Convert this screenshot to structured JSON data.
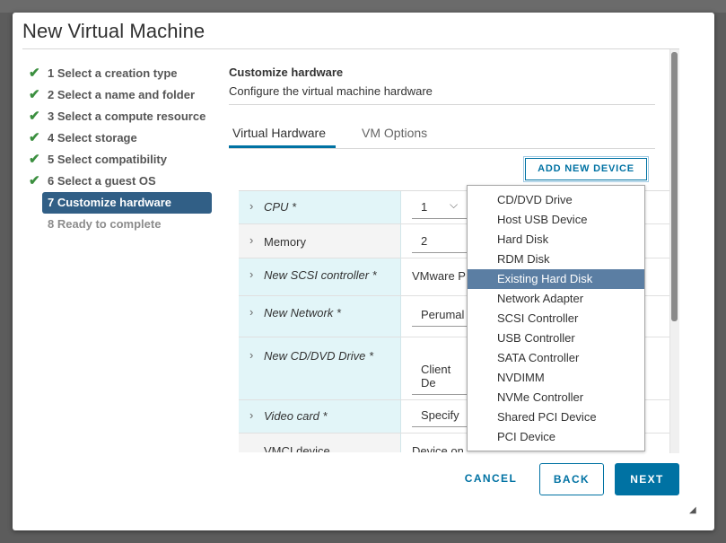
{
  "modal": {
    "title": "New Virtual Machine"
  },
  "steps": [
    {
      "label": "1 Select a creation type",
      "state": "done"
    },
    {
      "label": "2 Select a name and folder",
      "state": "done"
    },
    {
      "label": "3 Select a compute resource",
      "state": "done"
    },
    {
      "label": "4 Select storage",
      "state": "done"
    },
    {
      "label": "5 Select compatibility",
      "state": "done"
    },
    {
      "label": "6 Select a guest OS",
      "state": "done"
    },
    {
      "label": "7 Customize hardware",
      "state": "active"
    },
    {
      "label": "8 Ready to complete",
      "state": "disabled"
    }
  ],
  "content": {
    "title": "Customize hardware",
    "subtitle": "Configure the virtual machine hardware"
  },
  "tabs": [
    {
      "label": "Virtual Hardware",
      "active": true
    },
    {
      "label": "VM Options",
      "active": false
    }
  ],
  "add_device_label": "ADD NEW DEVICE",
  "hardware": [
    {
      "label": "CPU *",
      "value": "1"
    },
    {
      "label": "Memory",
      "value": "2"
    },
    {
      "label": "New SCSI controller *",
      "value": "VMware P"
    },
    {
      "label": "New Network *",
      "value": "Perumal"
    },
    {
      "label": "New CD/DVD Drive *",
      "value": "Client De"
    },
    {
      "label": "Video card *",
      "value": "Specify"
    },
    {
      "label": "VMCI device",
      "value": "Device on"
    }
  ],
  "device_menu": {
    "items": [
      "CD/DVD Drive",
      "Host USB Device",
      "Hard Disk",
      "RDM Disk",
      "Existing Hard Disk",
      "Network Adapter",
      "SCSI Controller",
      "USB Controller",
      "SATA Controller",
      "NVDIMM",
      "NVMe Controller",
      "Shared PCI Device",
      "PCI Device"
    ],
    "highlighted": "Existing Hard Disk"
  },
  "footer": {
    "cancel": "CANCEL",
    "back": "BACK",
    "next": "NEXT"
  },
  "colors": {
    "accent": "#0072a3",
    "active_step": "#315f86",
    "check": "#3b8f3f",
    "highlight": "#5b7ea3"
  }
}
